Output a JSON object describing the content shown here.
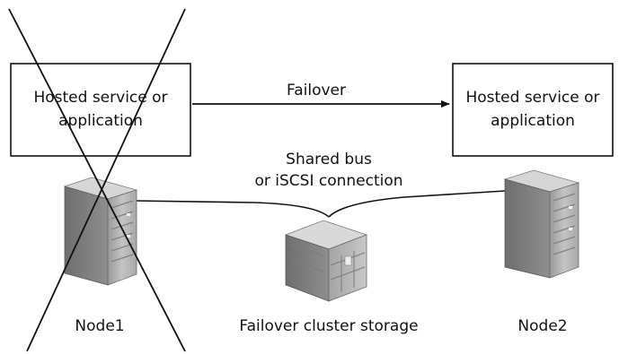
{
  "left_box": {
    "line1": "Hosted service or",
    "line2": "application"
  },
  "right_box": {
    "line1": "Hosted service or",
    "line2": "application"
  },
  "failover_label": "Failover",
  "connection_label": {
    "line1": "Shared bus",
    "line2": "or iSCSI connection"
  },
  "node1_label": "Node1",
  "node2_label": "Node2",
  "storage_label": "Failover cluster storage",
  "node1_failed": true
}
